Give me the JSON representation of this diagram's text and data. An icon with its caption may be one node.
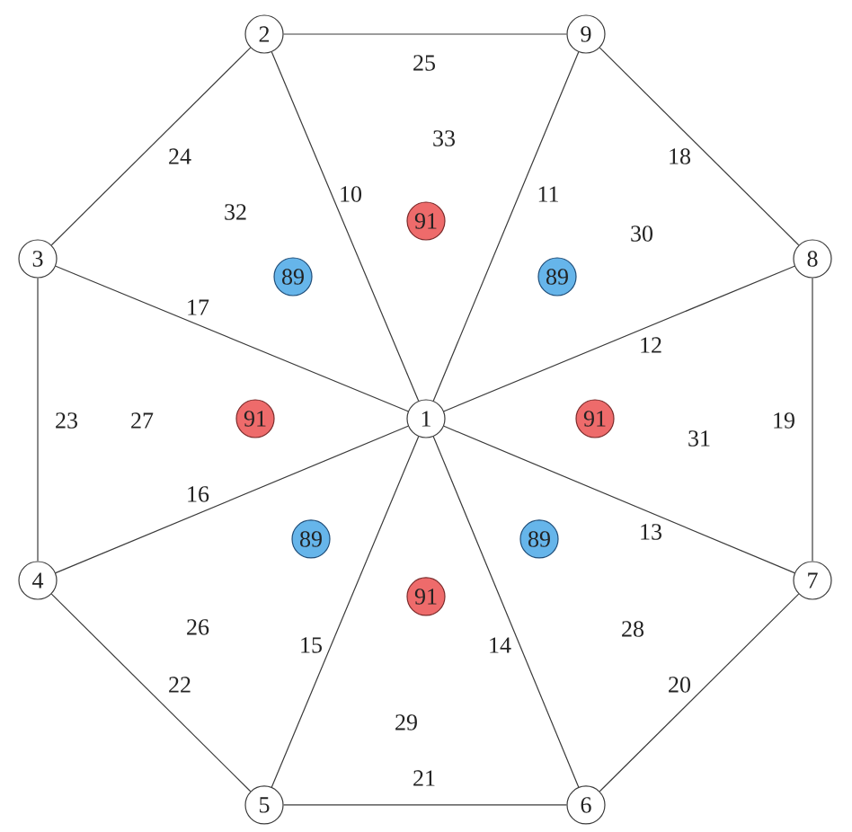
{
  "diagram": {
    "nodes": [
      {
        "text": [
          "2"
        ]
      },
      {
        "text": [
          "9"
        ]
      },
      {
        "text": [
          "91"
        ]
      },
      {
        "text": [
          "3"
        ]
      },
      {
        "text": [
          "8"
        ]
      },
      {
        "text": [
          "89"
        ]
      },
      {
        "text": [
          "89"
        ]
      },
      {
        "text": [
          "91"
        ]
      },
      {
        "text": [
          "1"
        ]
      },
      {
        "text": [
          "91"
        ]
      },
      {
        "text": [
          "89"
        ]
      },
      {
        "text": [
          "89"
        ]
      },
      {
        "text": [
          "4"
        ]
      },
      {
        "text": [
          "7"
        ]
      },
      {
        "text": [
          "91"
        ]
      },
      {
        "text": [
          "5"
        ]
      },
      {
        "text": [
          "6"
        ]
      }
    ],
    "edges": [
      {
        "from": 8,
        "to": 0,
        "arrow": "none",
        "label": "10"
      },
      {
        "from": 8,
        "to": 1,
        "arrow": "none",
        "label": "11"
      },
      {
        "from": 8,
        "to": 4,
        "arrow": "none",
        "label": "12"
      },
      {
        "from": 8,
        "to": 13,
        "arrow": "none",
        "label": "13"
      },
      {
        "from": 8,
        "to": 16,
        "arrow": "none",
        "label": "14"
      },
      {
        "from": 8,
        "to": 15,
        "arrow": "none",
        "label": "15"
      },
      {
        "from": 8,
        "to": 12,
        "arrow": "none",
        "label": "16"
      },
      {
        "from": 8,
        "to": 3,
        "arrow": "none",
        "label": "17"
      },
      {
        "from": 1,
        "to": 4,
        "arrow": "none",
        "label": "18"
      },
      {
        "from": 4,
        "to": 13,
        "arrow": "none",
        "label": "19"
      },
      {
        "from": 13,
        "to": 16,
        "arrow": "none",
        "label": "20"
      },
      {
        "from": 16,
        "to": 15,
        "arrow": "none",
        "label": "21"
      },
      {
        "from": 15,
        "to": 12,
        "arrow": "none",
        "label": "22"
      },
      {
        "from": 12,
        "to": 3,
        "arrow": "none",
        "label": "23"
      },
      {
        "from": 3,
        "to": 0,
        "arrow": "none",
        "label": "24"
      },
      {
        "from": 0,
        "to": 1,
        "arrow": "none",
        "label": "25"
      }
    ],
    "labels": [
      "33",
      "32",
      "30",
      "27",
      "31",
      "26",
      "28",
      "29"
    ]
  }
}
